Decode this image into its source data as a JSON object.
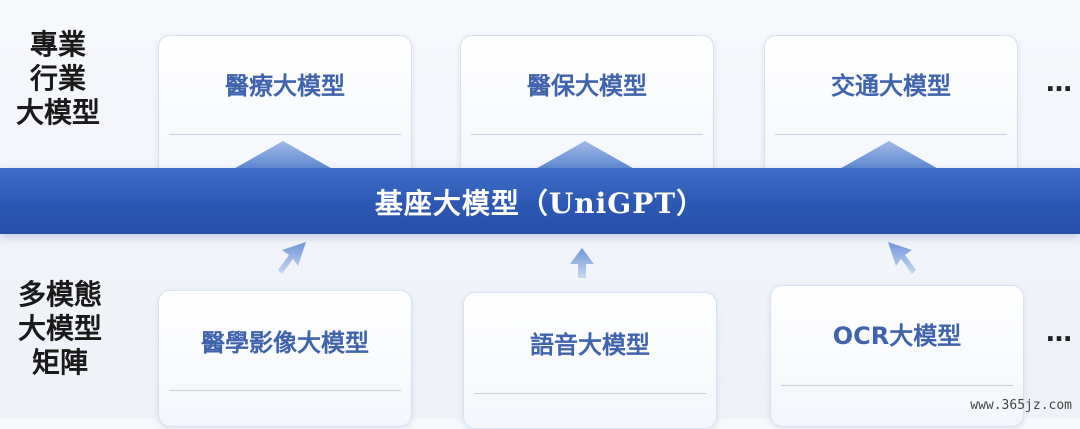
{
  "top_label": [
    "專業",
    "行業",
    "大模型"
  ],
  "bottom_label": [
    "多模態",
    "大模型",
    "矩陣"
  ],
  "top_cards": [
    "醫療大模型",
    "醫保大模型",
    "交通大模型"
  ],
  "bottom_cards": [
    "醫學影像大模型",
    "語音大模型",
    "OCR大模型"
  ],
  "band_title": "基座大模型（UniGPT）",
  "ellipsis": "…",
  "watermark": "www.365jz.com",
  "colors": {
    "band": "#2c58b4",
    "card_title": "#3f63ad",
    "arrow": "#7fa2de"
  }
}
